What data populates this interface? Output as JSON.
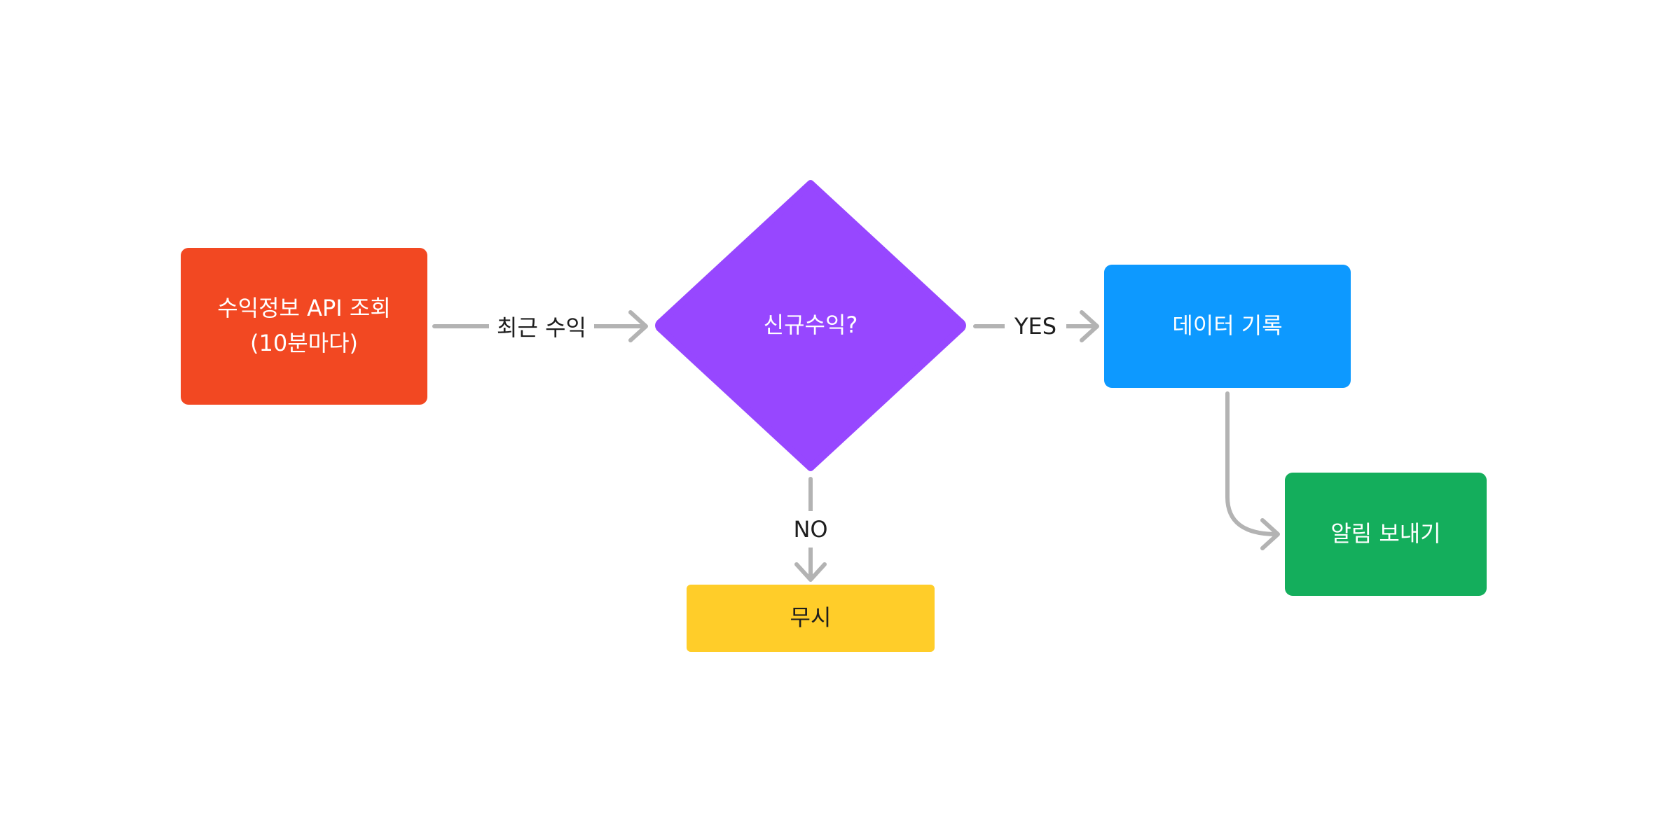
{
  "nodes": {
    "fetch": {
      "line1": "수익정보 API 조회",
      "line2": "(10분마다)",
      "color": "#f24822"
    },
    "decision": {
      "label": "신규수익?",
      "color": "#9747ff"
    },
    "record": {
      "label": "데이터 기록",
      "color": "#0d99ff"
    },
    "alert": {
      "label": "알림 보내기",
      "color": "#14ae5c"
    },
    "ignore": {
      "label": "무시",
      "color": "#ffcd29"
    }
  },
  "edges": {
    "fetch_to_decision": {
      "label": "최근 수익"
    },
    "decision_to_record": {
      "label": "YES"
    },
    "decision_to_ignore": {
      "label": "NO"
    },
    "record_to_alert": {
      "label": ""
    }
  },
  "connector_color": "#b3b3b3"
}
